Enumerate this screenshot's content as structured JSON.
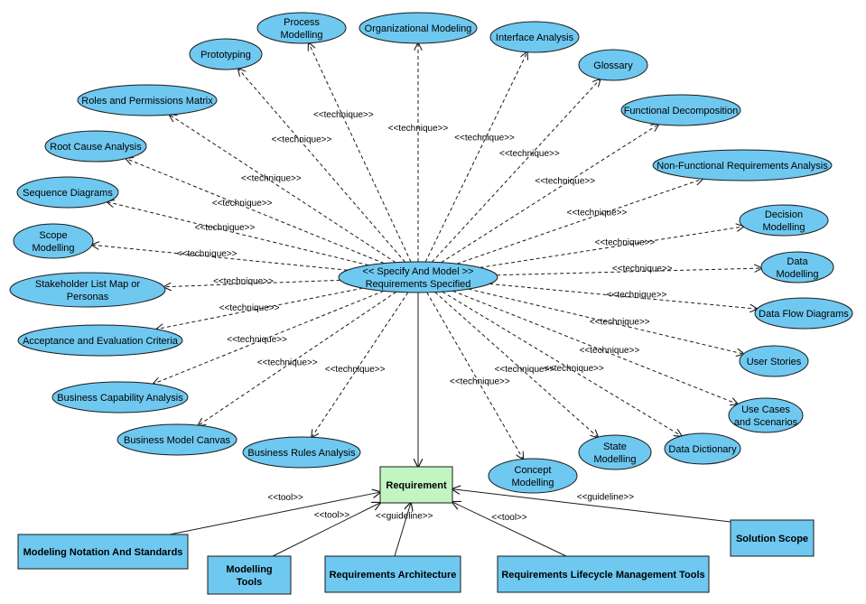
{
  "center": {
    "line1": "<< Specify And Model >>",
    "line2": "Requirements Specified"
  },
  "requirement": {
    "label": "Requirement"
  },
  "techniques": [
    {
      "id": "process-modelling",
      "lines": [
        "Process",
        "Modelling"
      ],
      "edge_label": "<<technique>>"
    },
    {
      "id": "organizational-modeling",
      "lines": [
        "Organizational Modeling"
      ],
      "edge_label": "<<technique>>"
    },
    {
      "id": "interface-analysis",
      "lines": [
        "Interface Analysis"
      ],
      "edge_label": "<<technique>>"
    },
    {
      "id": "glossary",
      "lines": [
        "Glossary"
      ],
      "edge_label": "<<technique>>"
    },
    {
      "id": "functional-decomposition",
      "lines": [
        "Functional Decomposition"
      ],
      "edge_label": "<<technique>>"
    },
    {
      "id": "non-functional-requirements-analysis",
      "lines": [
        "Non-Functional Requirements Analysis"
      ],
      "edge_label": "<<technique>>"
    },
    {
      "id": "decision-modelling",
      "lines": [
        "Decision",
        "Modelling"
      ],
      "edge_label": "<<technique>>"
    },
    {
      "id": "data-modelling",
      "lines": [
        "Data",
        "Modelling"
      ],
      "edge_label": "<<technique>>"
    },
    {
      "id": "data-flow-diagrams",
      "lines": [
        "Data Flow Diagrams"
      ],
      "edge_label": "<<technique>>"
    },
    {
      "id": "user-stories",
      "lines": [
        "User Stories"
      ],
      "edge_label": "<<technique>>"
    },
    {
      "id": "use-cases-and-scenarios",
      "lines": [
        "Use Cases",
        "and Scenarios"
      ],
      "edge_label": "<<technique>>"
    },
    {
      "id": "data-dictionary",
      "lines": [
        "Data Dictionary"
      ],
      "edge_label": "<<technique>>"
    },
    {
      "id": "state-modelling",
      "lines": [
        "State",
        "Modelling"
      ],
      "edge_label": "<<technique>>"
    },
    {
      "id": "concept-modelling",
      "lines": [
        "Concept",
        "Modelling"
      ],
      "edge_label": "<<technique>>"
    },
    {
      "id": "business-rules-analysis",
      "lines": [
        "Business Rules Analysis"
      ],
      "edge_label": "<<technique>>"
    },
    {
      "id": "business-model-canvas",
      "lines": [
        "Business Model Canvas"
      ],
      "edge_label": "<<technique>>"
    },
    {
      "id": "business-capability-analysis",
      "lines": [
        "Business Capability Analysis"
      ],
      "edge_label": "<<technique>>"
    },
    {
      "id": "acceptance-and-evaluation-criteria",
      "lines": [
        "Acceptance and Evaluation Criteria"
      ],
      "edge_label": "<<technique>>"
    },
    {
      "id": "stakeholder-list-map-or-personas",
      "lines": [
        "Stakeholder List Map or",
        "Personas"
      ],
      "edge_label": "<<technique>>"
    },
    {
      "id": "scope-modelling",
      "lines": [
        "Scope",
        "Modelling"
      ],
      "edge_label": "<<technique>>"
    },
    {
      "id": "sequence-diagrams",
      "lines": [
        "Sequence Diagrams"
      ],
      "edge_label": "<<technique>>"
    },
    {
      "id": "root-cause-analysis",
      "lines": [
        "Root Cause Analysis"
      ],
      "edge_label": "<<technique>>"
    },
    {
      "id": "roles-and-permissions-matrix",
      "lines": [
        "Roles and Permissions Matrix"
      ],
      "edge_label": "<<technique>>"
    },
    {
      "id": "prototyping",
      "lines": [
        "Prototyping"
      ],
      "edge_label": "<<technique>>"
    }
  ],
  "inputs": [
    {
      "id": "modeling-notation-and-standards",
      "lines": [
        "Modeling Notation And Standards"
      ],
      "edge_label": "<<tool>>"
    },
    {
      "id": "modelling-tools",
      "lines": [
        "Modelling",
        "Tools"
      ],
      "edge_label": "<<tool>>"
    },
    {
      "id": "requirements-architecture",
      "lines": [
        "Requirements Architecture"
      ],
      "edge_label": "<<guideline>>"
    },
    {
      "id": "requirements-lifecycle-management-tools",
      "lines": [
        "Requirements Lifecycle Management Tools"
      ],
      "edge_label": "<<tool>>"
    },
    {
      "id": "solution-scope",
      "lines": [
        "Solution Scope"
      ],
      "edge_label": "<<guideline>>"
    }
  ],
  "colors": {
    "ellipse_fill": "#6ec8f0",
    "box_fill": "#6ec8f0",
    "requirement_fill": "#c2f5c2",
    "stroke": "#1a1a1a"
  }
}
